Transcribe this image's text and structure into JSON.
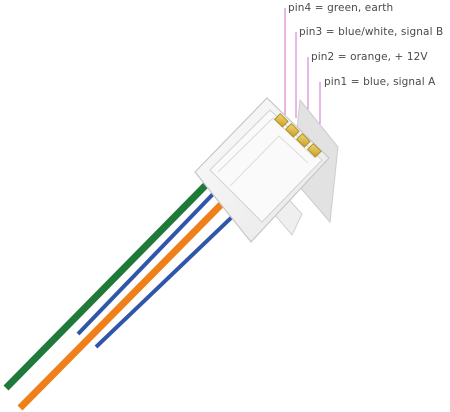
{
  "labels": {
    "pin4": "pin4 = green, earth",
    "pin3": "pin3 = blue/white, signal B",
    "pin2": "pin2 = orange, + 12V",
    "pin1": "pin1 = blue, signal A"
  },
  "colors": {
    "green_wire": "#1f7a3a",
    "orange_wire": "#ef7f1a",
    "blue_wire": "#2f56a8",
    "white_wire": "#ffffff",
    "leader_line": "#d56ec7",
    "label_text": "#4a4a4a",
    "connector_body": "#f4f4f4",
    "connector_edge": "#c7c7c7",
    "gold_contact": "#d8b33a"
  }
}
